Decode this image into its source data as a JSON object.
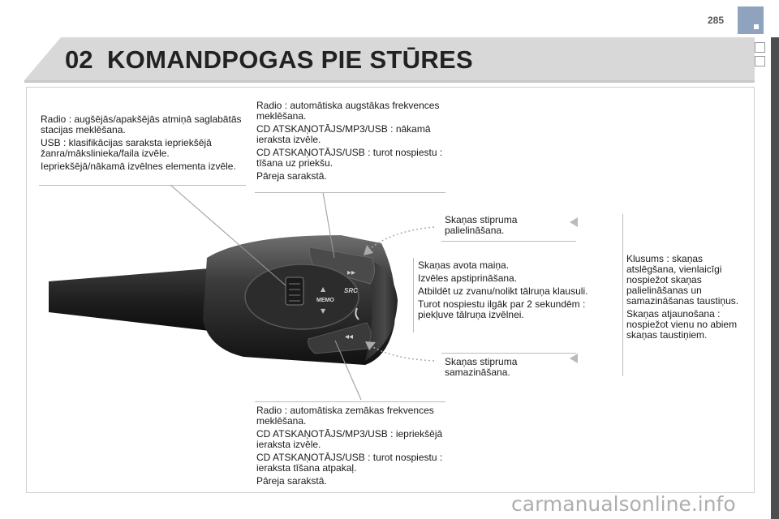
{
  "page": {
    "number": "285",
    "section": "02",
    "title": "KOMANDPOGAS PIE STŪRES"
  },
  "texts": {
    "top_left": [
      "Radio : augšējās/apakšējās atmiņā saglabātās stacijas meklēšana.",
      "USB : klasifikācijas saraksta iepriekšējā žanra/mākslinieka/faila izvēle.",
      "Iepriekšējā/nākamā izvēlnes elementa izvēle."
    ],
    "top_center": [
      "Radio : automātiska augstākas frekvences meklēšana.",
      "CD ATSKAŅOTĀJS/MP3/USB : nākamā ieraksta izvēle.",
      "CD ATSKAŅOTĀJS/USB : turot nospiestu : tīšana uz priekšu.",
      "Pāreja sarakstā."
    ],
    "volume_up": "Skaņas stipruma palielināšana.",
    "source": [
      "Skaņas avota maiņa.",
      "Izvēles apstiprināšana.",
      "Atbildēt uz zvanu/nolikt tālruņa klausuli.",
      "Turot nospiestu ilgāk par 2 sekundēm : piekļuve tālruņa izvēlnei."
    ],
    "volume_down": "Skaņas stipruma samazināšana.",
    "mute": [
      "Klusums : skaņas atslēgšana, vienlaicīgi nospiežot skaņas palielināšanas un samazināšanas taustiņus.",
      "Skaņas atjaunošana : nospiežot vienu no abiem skaņas taustiņiem."
    ],
    "bottom_center": [
      "Radio : automātiska zemākas frekvences meklēšana.",
      "CD ATSKAŅOTĀJS/MP3/USB : iepriekšējā ieraksta izvēle.",
      "CD ATSKAŅOTĀJS/USB : turot nospiestu : ieraksta tīšana atpakaļ.",
      "Pāreja sarakstā."
    ]
  },
  "control_labels": {
    "memo": "MEMO",
    "src": "SRC"
  },
  "watermark": "carmanualsonline.info",
  "colors": {
    "accent_tab": "#8fa3bf",
    "header_band": "#d8d8d8",
    "sidebar": "#4e4e4e"
  }
}
